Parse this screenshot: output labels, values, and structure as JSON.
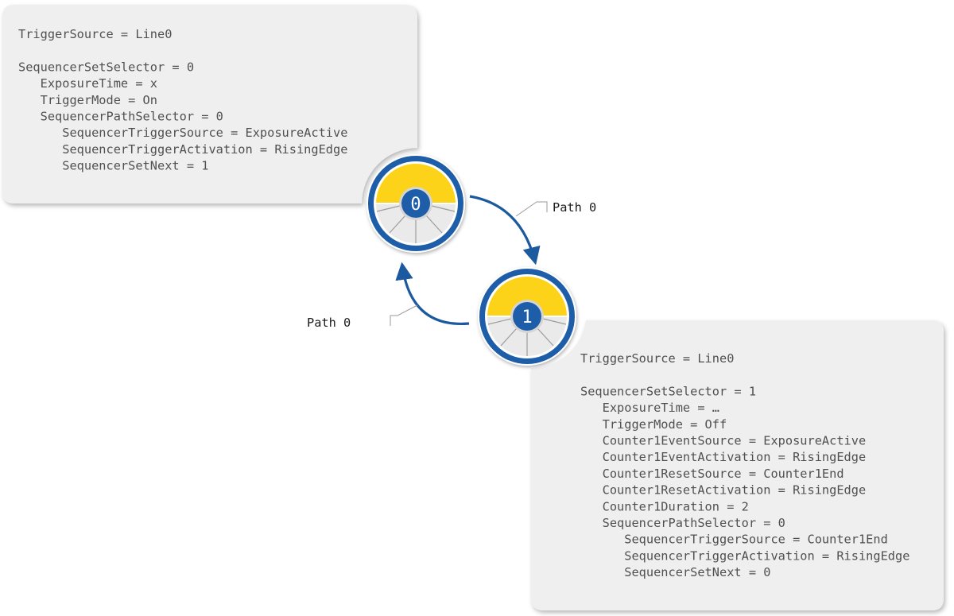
{
  "panels": [
    {
      "id": "set0",
      "lines": [
        "TriggerSource = Line0",
        "",
        "SequencerSetSelector = 0",
        "   ExposureTime = x",
        "   TriggerMode = On",
        "   SequencerPathSelector = 0",
        "      SequencerTriggerSource = ExposureActive",
        "      SequencerTriggerActivation = RisingEdge",
        "      SequencerSetNext = 1"
      ]
    },
    {
      "id": "set1",
      "lines": [
        "TriggerSource = Line0",
        "",
        "SequencerSetSelector = 1",
        "   ExposureTime = …",
        "   TriggerMode = Off",
        "   Counter1EventSource = ExposureActive",
        "   Counter1EventActivation = RisingEdge",
        "   Counter1ResetSource = Counter1End",
        "   Counter1ResetActivation = RisingEdge",
        "   Counter1Duration = 2",
        "   SequencerPathSelector = 0",
        "      SequencerTriggerSource = Counter1End",
        "      SequencerTriggerActivation = RisingEdge",
        "      SequencerSetNext = 0"
      ]
    }
  ],
  "sets": [
    {
      "number": "0"
    },
    {
      "number": "1"
    }
  ],
  "transitions": [
    {
      "from": "0",
      "to": "1",
      "label": "Path 0"
    },
    {
      "from": "1",
      "to": "0",
      "label": "Path 0"
    }
  ],
  "colors": {
    "panel_fill": "#efefef",
    "ring_blue": "#1e5ea8",
    "arrow_blue": "#1c5aa0",
    "badge_yellow": "#fdd319",
    "badge_gray": "#eaeaea",
    "label_line": "#9a9a9a"
  }
}
